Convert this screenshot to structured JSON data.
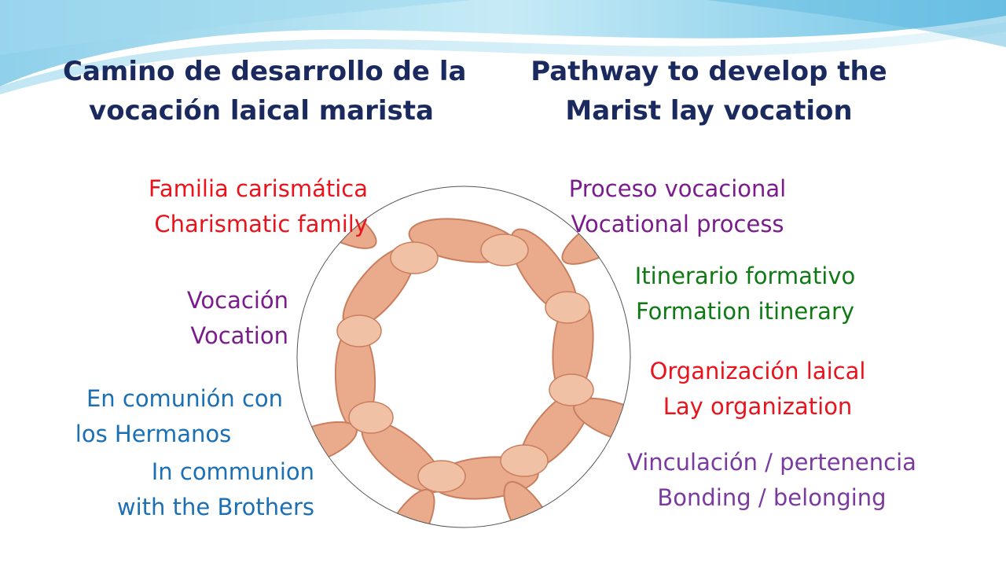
{
  "title_es": [
    "Camino de desarrollo de la",
    "vocación laical marista"
  ],
  "title_en": [
    "Pathway to develop the",
    "Marist lay vocation"
  ],
  "labels": {
    "familia": [
      "Familia carismática",
      "Charismatic family"
    ],
    "proceso": [
      "Proceso vocacional",
      "Vocational process"
    ],
    "itinerario": [
      "Itinerario formativo",
      "Formation itinerary"
    ],
    "vocacion": [
      "Vocación",
      "Vocation"
    ],
    "organizacion": [
      "Organización laical",
      "Lay organization"
    ],
    "comunion_es": [
      "En comunión con",
      "los Hermanos"
    ],
    "comunion_en": [
      "In communion",
      "with the Brothers"
    ],
    "vinculacion": [
      "Vinculación / pertenencia",
      "Bonding / belonging"
    ]
  },
  "colors": {
    "title": "#1a2a5e",
    "red": "#e8131b",
    "purple": "#7a1c8c",
    "green": "#0f7a14",
    "blue": "#1a6fb5",
    "violet": "#7a3aa0"
  }
}
